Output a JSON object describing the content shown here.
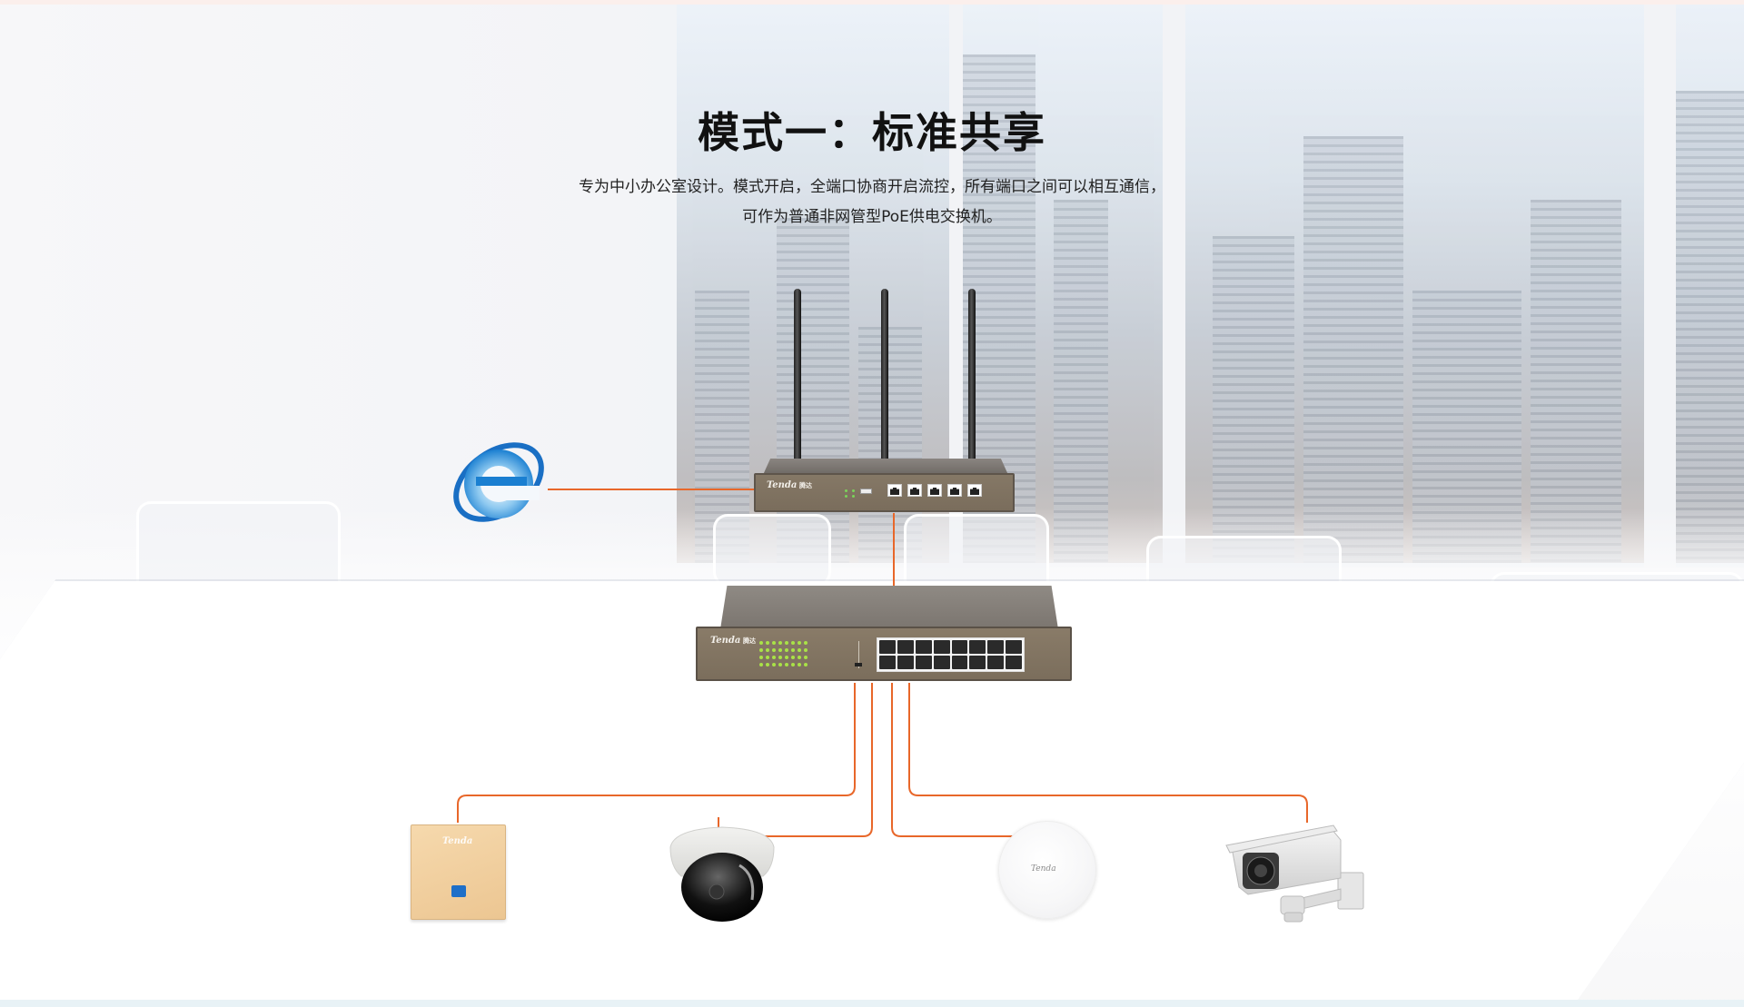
{
  "header": {
    "title": "模式一：标准共享",
    "subtitle_line1": "专为中小办公室设计。模式开启，全端口协商开启流控，所有端口之间可以相互通信，",
    "subtitle_line2": "可作为普通非网管型PoE供电交换机。"
  },
  "diagram": {
    "internet_icon": "internet-explorer-icon",
    "router": {
      "brand": "Tenda",
      "brand_cn": "腾达",
      "antennas": 3,
      "ports": 5
    },
    "switch": {
      "brand": "Tenda",
      "brand_cn": "腾达",
      "ports": 16
    },
    "devices": [
      {
        "name": "wall-panel-ap",
        "brand": "Tenda"
      },
      {
        "name": "dome-camera"
      },
      {
        "name": "ceiling-ap",
        "brand": "Tenda"
      },
      {
        "name": "bullet-camera"
      }
    ]
  },
  "colors": {
    "wire": "#e8672a",
    "title": "#111111",
    "device_body": "#7e715f"
  }
}
